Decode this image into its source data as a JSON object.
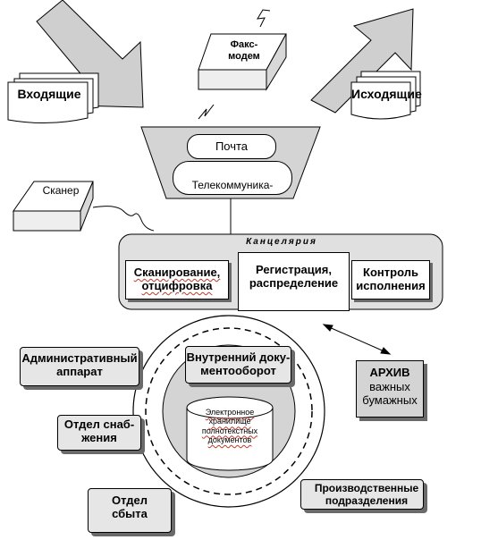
{
  "incoming": {
    "label": "Входящие"
  },
  "outgoing": {
    "label": "Исходящие"
  },
  "fax": {
    "label": "Факс-\nмодем"
  },
  "scanner": {
    "label": "Сканер"
  },
  "gateway": {
    "mail": "Почта",
    "telecom": "Телекоммуника-"
  },
  "office": {
    "title": "Канцелярия",
    "scanning": "Сканирование, отцифровка",
    "registration": "Регистрация, распределение",
    "control": "Контроль исполнения"
  },
  "internal": {
    "label": "Внутренний доку-\nментооборот"
  },
  "storage": {
    "label": "Электронное\nхранилище\nполнотекстных\nдокументов"
  },
  "archive": {
    "title": "АРХИВ",
    "subtitle": "важных\nбумажных"
  },
  "units": {
    "admin": "Административный\nаппарат",
    "supply": "Отдел снаб-\nжения",
    "sales": "Отдел\nсбыта",
    "production": "Производственные\nподразделения"
  },
  "colors": {
    "fill": "#e6e6e6",
    "shadow": "#6a6a6a",
    "stroke": "#000000",
    "squiggle": "#c0392b"
  }
}
